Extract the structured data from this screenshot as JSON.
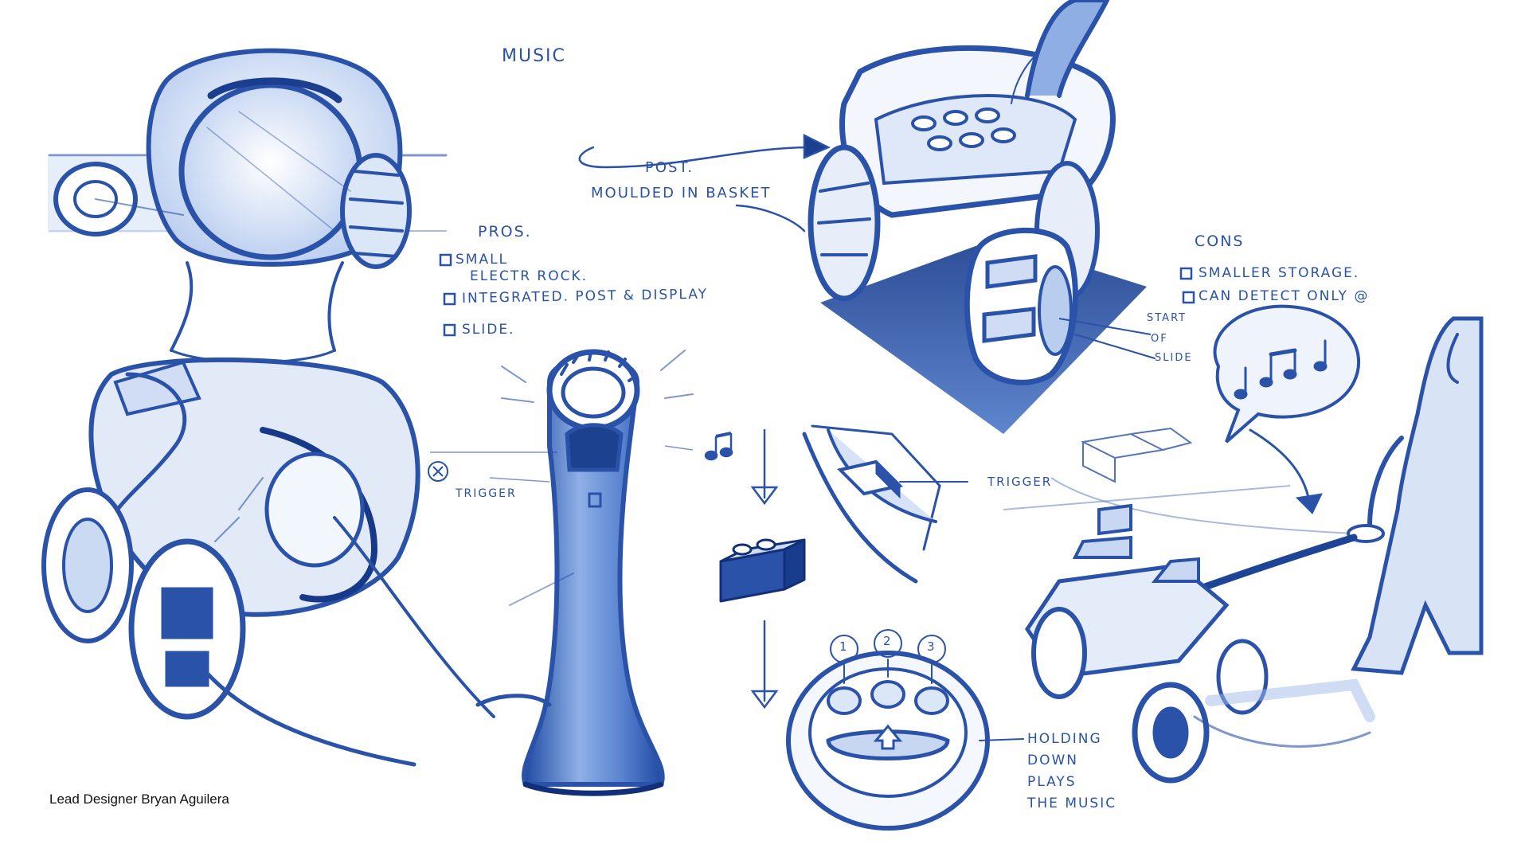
{
  "credit": "Lead Designer Bryan Aguilera",
  "notes": {
    "music": "MUSIC",
    "post": "POST.",
    "moulded_in_basket": "MOULDED IN BASKET",
    "pros_heading": "PROS.",
    "pros": [
      "SMALL",
      "ELECTR ROCK.",
      "INTEGRATED. POST & DISPLAY",
      "SLIDE."
    ],
    "cons_heading": "CONS",
    "cons": [
      "SMALLER STORAGE.",
      "CAN DETECT ONLY @"
    ],
    "start_of_slide": [
      "START",
      "OF",
      "SLIDE"
    ],
    "trigger_left": "TRIGGER",
    "trigger_mid": "TRIGGER",
    "button_numbers": [
      "1",
      "2",
      "3"
    ],
    "holding": [
      "HOLDING",
      "DOWN",
      "PLAYS",
      "THE MUSIC"
    ]
  },
  "colors": {
    "ink": "#2a52a8",
    "ink_dark": "#12307a",
    "ink_shade": "#3f6cc4",
    "wash": "#cfdcf3",
    "paper": "#ffffff"
  },
  "icons": [
    "music-note-icon",
    "checkbox-icon",
    "arrow-down-icon",
    "toy-brick-icon"
  ]
}
